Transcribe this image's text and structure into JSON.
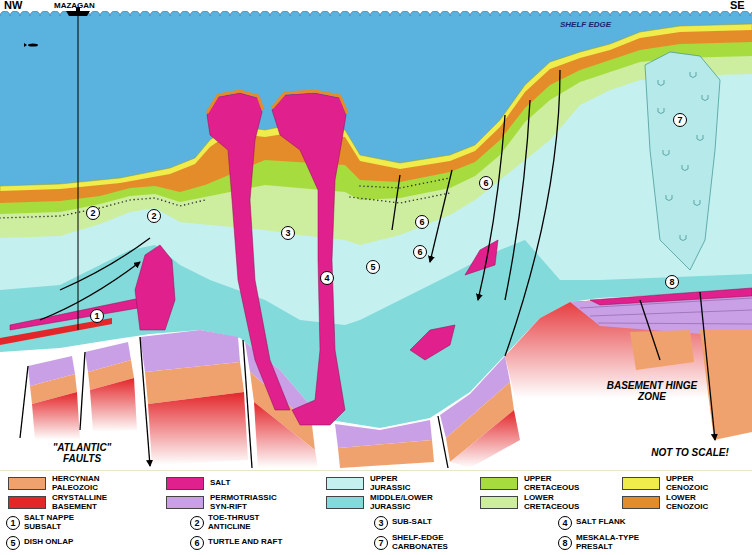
{
  "diagram": {
    "labels": [
      "NW",
      "MAZAGAN",
      "SE",
      "SHELF EDGE",
      "2",
      "2",
      "1",
      "3",
      "4",
      "5",
      "6",
      "6",
      "6",
      "7",
      "8",
      "BASEMENT HINGE ZONE",
      "\"ATLANTIC\" FAULTS",
      "NOT TO SCALE!",
      "1",
      "SALT NAPPE SUBSALT",
      "2",
      "TOE-THRUST ANTICLINE",
      "3",
      "SUB-SALT",
      "4",
      "SALT FLANK",
      "5",
      "DISH ONLAP",
      "6",
      "TURTLE AND RAFT",
      "7",
      "SHELF-EDGE CARBONATES",
      "8",
      "MESKALA-TYPE PRESALT"
    ],
    "legend": [
      {
        "text": "HERCYNIAN PALEOZOIC",
        "color": "#f0a26e"
      },
      {
        "text": "SALT",
        "color": "#e0208c"
      },
      {
        "text": "UPPER JURASSIC",
        "color": "#c4f0f0"
      },
      {
        "text": "UPPER CRETACEOUS",
        "color": "#a6dc3e"
      },
      {
        "text": "UPPER CENOZOIC",
        "color": "#f0ec4c"
      },
      {
        "text": "CRYSTALLINE BASEMENT",
        "color": "#e3262a"
      },
      {
        "text": "PERMOTRIASSIC SYN-RIFT",
        "color": "#c9a0e6"
      },
      {
        "text": "MIDDLE/LOWER JURASSIC",
        "color": "#82dada"
      },
      {
        "text": "LOWER CRETACEOUS",
        "color": "#ccee9e"
      },
      {
        "text": "LOWER CENOZOIC",
        "color": "#e48c2a"
      }
    ]
  }
}
